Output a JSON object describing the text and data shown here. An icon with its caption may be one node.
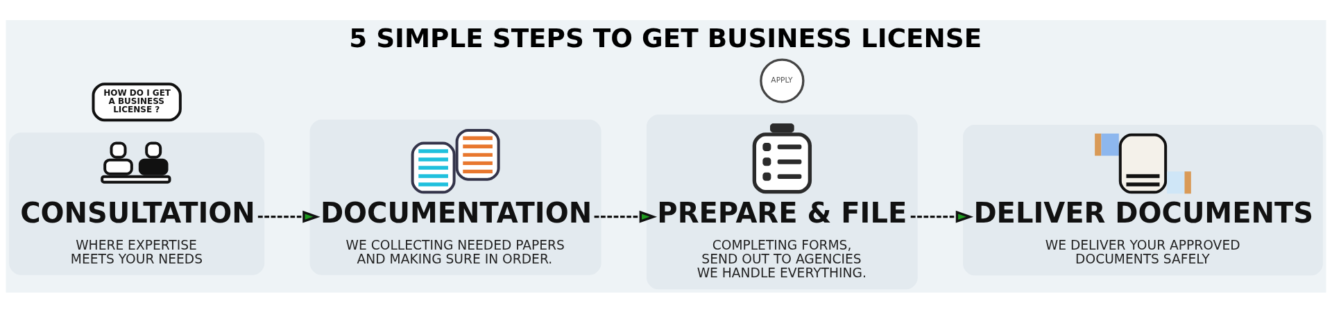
{
  "diagram": {
    "title": "5 SIMPLE STEPS TO GET BUSINESS LICENSE",
    "nodes": [
      {
        "text": [
          "HOW DO I GET A BUSINESS LICENSE ?"
        ]
      },
      {
        "text": [
          "CONSULTATION",
          "WHERE EXPERTISE MEETS YOUR NEEDS"
        ]
      },
      {
        "text": [
          "DOCUMENTATION",
          "WE COLLECTING NEEDED PAPERS AND MAKING SURE IN ORDER."
        ]
      },
      {
        "text": [
          "APPLY"
        ]
      },
      {
        "text": [
          "PREPARE & FILE",
          "COMPLETING FORMS, SEND OUT TO AGENCIES WE HANDLE EVERYTHING."
        ]
      },
      {
        "text": [
          "DELIVER DOCUMENTS",
          "WE DELIVER YOUR APPROVED DOCUMENTS SAFELY"
        ]
      }
    ],
    "edges": [
      {
        "from": 1,
        "to": 2,
        "arrow": "to",
        "style": "dashed"
      },
      {
        "from": 2,
        "to": 4,
        "arrow": "to",
        "style": "dashed"
      },
      {
        "from": 4,
        "to": 5,
        "arrow": "to",
        "style": "dashed"
      }
    ]
  }
}
